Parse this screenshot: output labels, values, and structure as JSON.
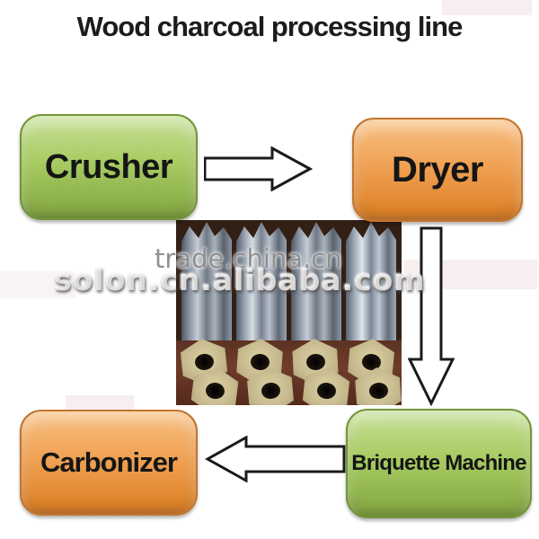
{
  "title": "Wood charcoal processing line",
  "nodes": {
    "crusher": {
      "label": "Crusher",
      "color_scheme": "green"
    },
    "dryer": {
      "label": "Dryer",
      "color_scheme": "orange"
    },
    "briquette_machine": {
      "label": "Briquette Machine",
      "color_scheme": "green"
    },
    "carbonizer": {
      "label": "Carbonizer",
      "color_scheme": "orange"
    }
  },
  "arrows": [
    {
      "from": "Crusher",
      "to": "Dryer",
      "direction": "right"
    },
    {
      "from": "Dryer",
      "to": "Briquette Machine",
      "direction": "down"
    },
    {
      "from": "Briquette Machine",
      "to": "Carbonizer",
      "direction": "left"
    }
  ],
  "watermarks": {
    "small": "trade.china.cn",
    "large": "solon.cn.alibaba.com"
  },
  "colors": {
    "title_color": "#1c1c1c",
    "label_color": "#151515",
    "green_top": "#c6df97",
    "green_mid": "#a8cc63",
    "green_bottom": "#87ab45",
    "green_border": "#74953a",
    "orange_top": "#f7c083",
    "orange_mid": "#f0a255",
    "orange_bottom": "#de8228",
    "orange_border": "#c4752e",
    "arrow_fill": "#ffffff",
    "arrow_stroke": "#1b1b1b",
    "wm_small_color": "#8f8f8f",
    "patch_pink": "#f7eef0"
  }
}
